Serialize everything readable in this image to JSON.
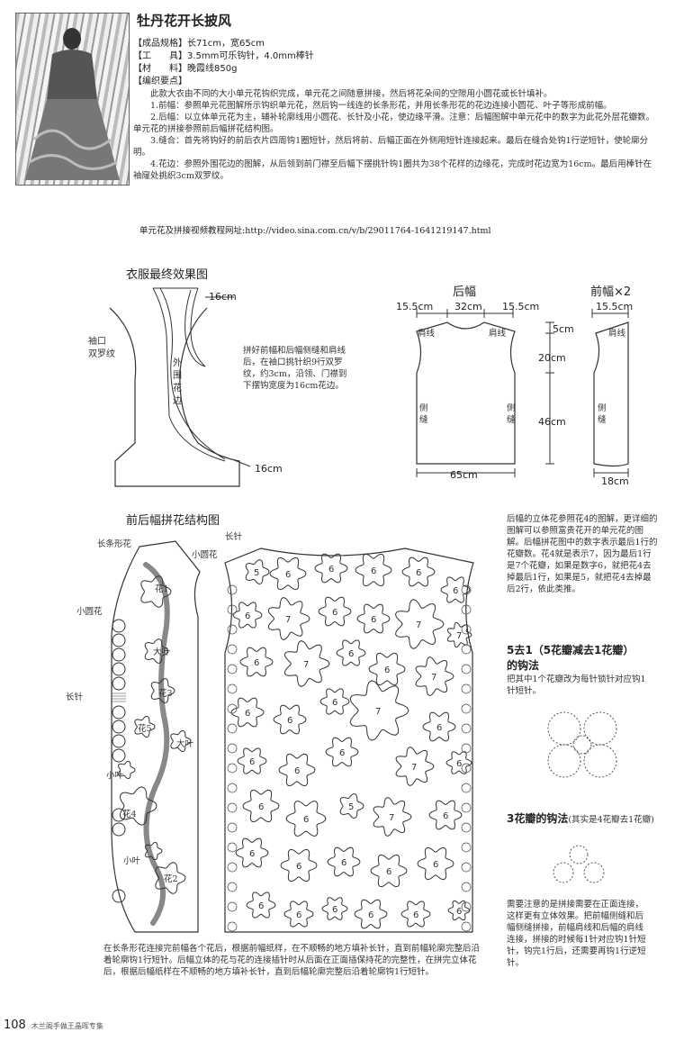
{
  "header": {
    "title": "牡丹花开长披风",
    "specs": [
      {
        "label": "【成品规格】",
        "value": "长71cm，宽65cm"
      },
      {
        "label": "【工　　具】",
        "value": "3.5mm可乐钩针，4.0mm棒针"
      },
      {
        "label": "【材　　料】",
        "value": "晚霞线850g"
      },
      {
        "label": "【编织要点】",
        "value": ""
      }
    ],
    "paragraphs": [
      "此款大衣由不同的大小单元花钩织完成，单元花之间随意拼接，然后将花朵间的空隙用小圆花或长针填补。",
      "1.前幅：参照单元花图解所示钩织单元花，然后钩一线连的长条形花，并用长条形花的花边连接小圆花、叶子等形成前幅。",
      "2.后幅：以立体单元花为主，辅补轮廓线用小圆花、长针及小花，使边缘平滑。注意：后幅图解中单元花中的数字为此花外层花瓣数。单元花的拼接参照前后幅拼花结构图。",
      "3.缝合：首先将钩好的前后衣片四周钩1圈短针，然后将前、后幅正面在外侧用短针连接起来。最后在缝合处钩1行逆短针，使轮廓分明。",
      "4.花边：参照外围花边的图解，从后领到前门襟至后幅下摆挑针钩1圈共为38个花样的边缘花，完成时花边宽为16cm。最后用棒针在袖窿处挑织3cm双罗纹。"
    ],
    "url_line": "单元花及拼接视频教程网址:http://video.sina.com.cn/v/b/29011764-1641219147.html"
  },
  "final_effect": {
    "title": "衣服最终效果图",
    "label_top": "16cm",
    "label_bottom": "16cm",
    "sleeve_label_1": "袖口",
    "sleeve_label_2": "双罗纹",
    "outer_1": "外",
    "outer_2": "围",
    "outer_3": "花",
    "outer_4": "边",
    "note": "拼好前幅和后幅侧缝和肩线后，在袖口挑针织9行双罗纹，约3cm，沿领、门襟到下摆钩宽度为16cm花边。"
  },
  "back_panel": {
    "title": "后幅",
    "w_left": "15.5cm",
    "w_mid": "32cm",
    "w_right": "15.5cm",
    "h_top": "5cm",
    "h_mid": "20cm",
    "h_bottom": "46cm",
    "bottom_width": "65cm",
    "shoulder_l": "肩线",
    "shoulder_r": "肩线",
    "side_l_1": "侧",
    "side_l_2": "缝",
    "side_r_1": "侧",
    "side_r_2": "缝"
  },
  "front_panel": {
    "title": "前幅×2",
    "w_top": "15.5cm",
    "bottom_width": "18cm",
    "shoulder": "肩线",
    "side_1": "侧",
    "side_2": "缝"
  },
  "structure": {
    "title": "前后幅拼花结构图",
    "lbl_strip": "长条形花",
    "lbl_small_round": "小圆花",
    "lbl_small_round2": "小圆花",
    "lbl_long_stitch": "长针",
    "lbl_long_stitch2": "长针",
    "front_flowers": [
      "花1",
      "大叶",
      "花3",
      "花5",
      "大叶",
      "小叶",
      "花4",
      "小叶",
      "花2"
    ],
    "caption": "在长条形花连接完前幅各个花后，根据前幅纸样，在不顺畅的地方填补长针，直到前幅轮廓完整后沿着轮廓钩1行短针。后幅立体的花与花的连接插针时从后面在正面插保持花的完整性，在拼完立体花后，根据后幅纸样在不顺畅的地方填补长针，直到后幅轮廓完整后沿着轮廓钩1行短针。"
  },
  "right_notes": {
    "note1": "后幅的立体花参照花4的图解，更详细的图解可以参照富贵花开的单元花的图解。后幅拼花图中的数字表示最后1行的花瓣数。花4就是表示7，因为最后1行是7个花瓣，如果是数字6，就把花4去掉最后1行，如果是5，就把花4去掉最后2行，依此类推。",
    "h1": "5去1（5花瓣减去1花瓣）",
    "h1b": "的钩法",
    "note2": "把其中1个花瓣改为每针锁针对应钩1针短针。",
    "h2": "3花瓣的钩法",
    "h2sub": "(其实是4花瓣去1花瓣)",
    "note3": "需要注意的是拼接需要在正面连接，这样更有立体效果。把前幅侧缝和后幅侧缝拼接，前幅肩线和后幅的肩线连接，拼接的时候每1针对应钩1针短针，钩完1行后，还需要再钩1行逆短针。"
  },
  "footer": {
    "page": "108",
    "book": "木兰阁手做王晶晖专集"
  }
}
